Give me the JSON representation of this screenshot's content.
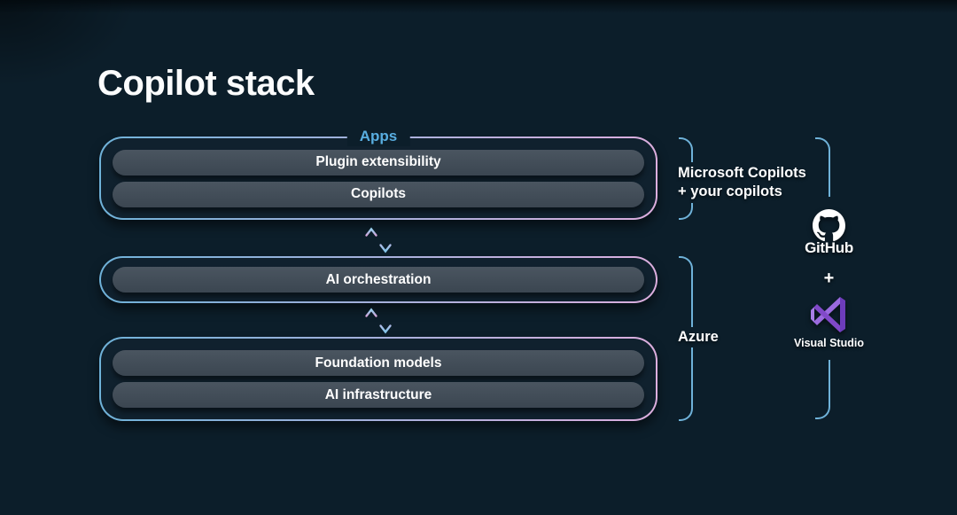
{
  "title": "Copilot stack",
  "stack": {
    "apps": {
      "label": "Apps",
      "pills": [
        "Plugin extensibility",
        "Copilots"
      ]
    },
    "orchestration": {
      "pills": [
        "AI orchestration"
      ]
    },
    "foundation": {
      "pills": [
        "Foundation models",
        "AI infrastructure"
      ]
    }
  },
  "brackets": {
    "copilots_line1": "Microsoft Copilots",
    "copilots_line2": "+ your copilots",
    "azure_label": "Azure"
  },
  "tooling": {
    "github_label": "GitHub",
    "plus": "+",
    "visual_studio_label": "Visual Studio"
  },
  "icons": {
    "github": "github-octocat-icon",
    "visual_studio": "visual-studio-icon",
    "arrows": [
      "up-arrow-icon",
      "down-arrow-icon"
    ]
  },
  "colors": {
    "background": "#0c1e2a",
    "group_fill": "#10212e",
    "pill_fill": "#414d59",
    "accent_blue": "#6fb2d9",
    "accent_pink": "#dcaede",
    "apps_label_blue": "#58ade0",
    "visual_studio_purple": "#8a5cd6",
    "text_white": "#ffffff"
  }
}
